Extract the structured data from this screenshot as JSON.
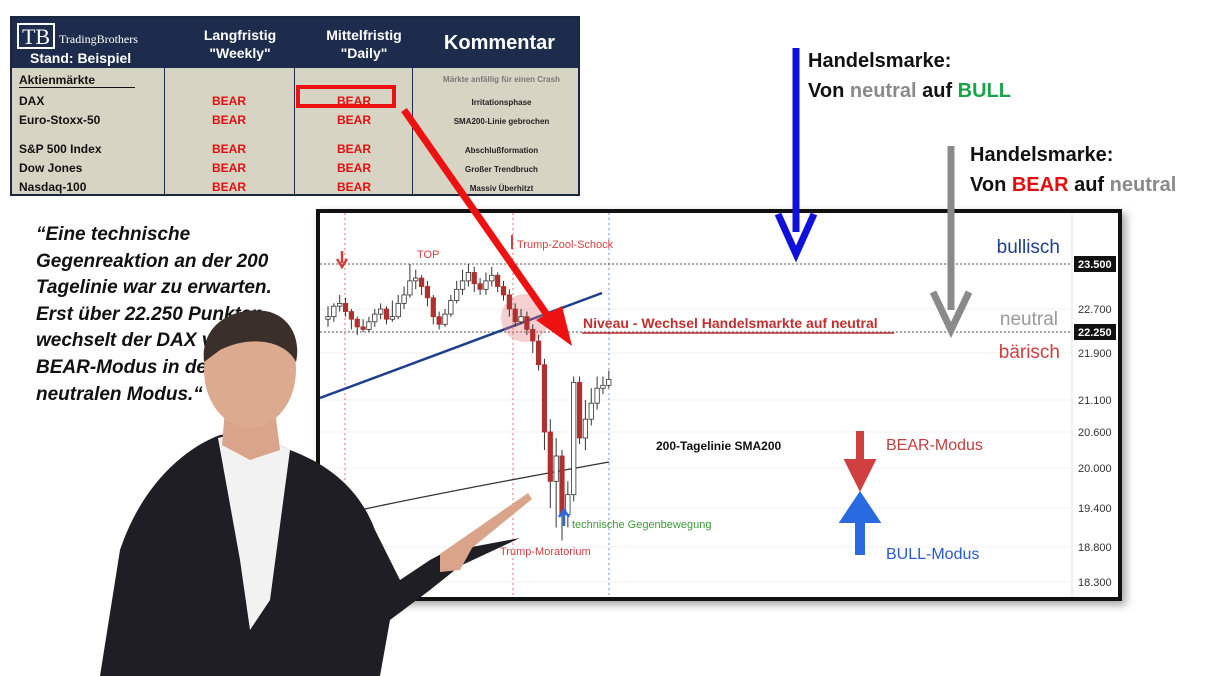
{
  "table": {
    "logo": "TB",
    "brand": "TradingBrothers",
    "stand": "Stand: Beispiel",
    "col1": [
      "Langfristig",
      "\"Weekly\""
    ],
    "col2": [
      "Mittelfristig",
      "\"Daily\""
    ],
    "col3": "Kommentar",
    "section": "Aktienmärkte",
    "section_note": "Märkte anfällig für einen Crash",
    "rows": [
      {
        "name": "DAX",
        "weekly": "BEAR",
        "daily": "BEAR",
        "comment": "Irritationsphase"
      },
      {
        "name": "Euro-Stoxx-50",
        "weekly": "BEAR",
        "daily": "BEAR",
        "comment": "SMA200-Linie gebrochen"
      },
      {
        "name": "S&P 500 Index",
        "weekly": "BEAR",
        "daily": "BEAR",
        "comment": "Abschlußformation"
      },
      {
        "name": "Dow Jones",
        "weekly": "BEAR",
        "daily": "BEAR",
        "comment": "Großer Trendbruch"
      },
      {
        "name": "Nasdaq-100",
        "weekly": "BEAR",
        "daily": "BEAR",
        "comment": "Massiv Überhitzt"
      }
    ]
  },
  "quote": "“Eine technische Gegenreaktion an der 200 Tagelinie war zu erwarten. Erst über 22.250 Punkten wechselt der DAX vom BEAR-Modus in den neutralen Modus.“",
  "handelsmarke1": {
    "title": "Handelsmarke:",
    "von": "Von",
    "from": "neutral",
    "auf": "auf",
    "to": "BULL"
  },
  "handelsmarke2": {
    "title": "Handelsmarke:",
    "von": "Von",
    "from": "BEAR",
    "auf": "auf",
    "to": "neutral"
  },
  "colors": {
    "bear": "#e01010",
    "bull": "#1aa44a",
    "neutral": "#8a8a8a",
    "blue_arrow": "#1010dd",
    "navy": "#1d2c4d"
  },
  "chart_data": {
    "type": "candlestick",
    "y_ticks": [
      23500,
      22700,
      22250,
      21900,
      21100,
      20600,
      20000,
      19400,
      18800,
      18300
    ],
    "y_tick_labels": [
      "23.500",
      "22.700",
      "22.250",
      "21.900",
      "21.100",
      "20.600",
      "20.000",
      "19.400",
      "18.800",
      "18.300"
    ],
    "highlighted_levels": [
      "23.500",
      "22.250"
    ],
    "zones": {
      "bullish": "bullisch",
      "neutral": "neutral",
      "bearish": "bärisch"
    },
    "annotations": {
      "top": "TOP",
      "shock": "Trump-Zool-Schock",
      "level_change": "Niveau - Wechsel Handelsmarkte auf neutral",
      "sma": "200-Tagelinie SMA200",
      "counter": "technische Gegenbewegung",
      "moratorium": "Trump-Moratorium",
      "bear_mode": "BEAR-Modus",
      "bull_mode": "BULL-Modus"
    },
    "candles": [
      [
        22500,
        22550,
        22750,
        22350
      ],
      [
        22550,
        22750,
        22800,
        22450
      ],
      [
        22750,
        22800,
        22950,
        22650
      ],
      [
        22800,
        22650,
        22900,
        22550
      ],
      [
        22650,
        22500,
        22700,
        22300
      ],
      [
        22500,
        22350,
        22550,
        22200
      ],
      [
        22350,
        22300,
        22500,
        22250
      ],
      [
        22300,
        22450,
        22550,
        22250
      ],
      [
        22450,
        22600,
        22700,
        22350
      ],
      [
        22600,
        22700,
        22800,
        22500
      ],
      [
        22700,
        22500,
        22750,
        22400
      ],
      [
        22500,
        22550,
        22850,
        22450
      ],
      [
        22550,
        22800,
        22950,
        22500
      ],
      [
        22800,
        22950,
        23100,
        22700
      ],
      [
        22950,
        23200,
        23500,
        22900
      ],
      [
        23200,
        23250,
        23400,
        23050
      ],
      [
        23250,
        23100,
        23300,
        22950
      ],
      [
        23100,
        22900,
        23200,
        22750
      ],
      [
        22900,
        22550,
        22950,
        22400
      ],
      [
        22550,
        22400,
        22650,
        22300
      ],
      [
        22400,
        22600,
        22700,
        22350
      ],
      [
        22600,
        22850,
        22950,
        22550
      ],
      [
        22850,
        23050,
        23200,
        22800
      ],
      [
        23050,
        23200,
        23400,
        22950
      ],
      [
        23200,
        23350,
        23500,
        23100
      ],
      [
        23350,
        23150,
        23450,
        23000
      ],
      [
        23150,
        23050,
        23250,
        22950
      ],
      [
        23050,
        23200,
        23350,
        22950
      ],
      [
        23200,
        23300,
        23450,
        23100
      ],
      [
        23300,
        23100,
        23350,
        23000
      ],
      [
        23100,
        22950,
        23200,
        22850
      ],
      [
        22950,
        22700,
        23050,
        22550
      ],
      [
        22700,
        22450,
        22800,
        22350
      ],
      [
        22450,
        22550,
        22700,
        22400
      ],
      [
        22550,
        22300,
        22650,
        22200
      ],
      [
        22300,
        22100,
        22400,
        21900
      ],
      [
        22100,
        21700,
        22200,
        21600
      ],
      [
        21700,
        20600,
        21800,
        20300
      ],
      [
        20600,
        19800,
        20800,
        19400
      ],
      [
        19800,
        20200,
        20500,
        19100
      ],
      [
        20200,
        19300,
        20300,
        18900
      ],
      [
        19300,
        19600,
        19800,
        19100
      ],
      [
        19600,
        21400,
        21500,
        19500
      ],
      [
        21400,
        20500,
        21500,
        20400
      ],
      [
        20500,
        20800,
        21100,
        20300
      ],
      [
        20800,
        21050,
        21300,
        20700
      ],
      [
        21050,
        21300,
        21500,
        20950
      ],
      [
        21300,
        21350,
        21500,
        21200
      ],
      [
        21350,
        21450,
        21600,
        21300
      ]
    ]
  }
}
